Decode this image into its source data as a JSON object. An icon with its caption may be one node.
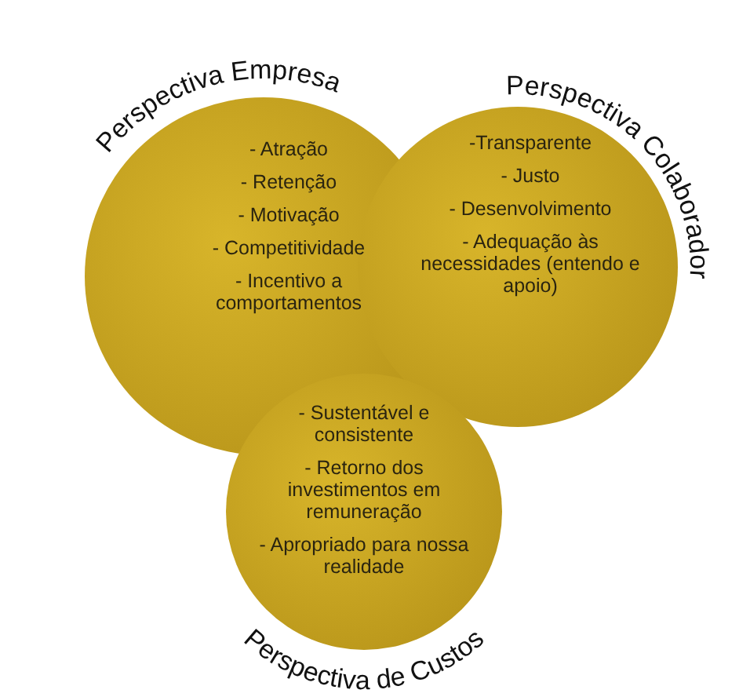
{
  "diagram": {
    "nodes": [
      {
        "text": [
          "Perspectiva Empresa",
          "- Atração",
          "- Retenção",
          "- Motivação",
          "- Competitividade",
          "- Incentivo a comportamentos"
        ]
      },
      {
        "text": [
          "Perspectiva Colaborador",
          "-Transparente",
          "- Justo",
          "- Desenvolvimento",
          "- Adequação às necessidades (entendo e apoio)"
        ]
      },
      {
        "text": [
          "Perspectiva de Custos",
          "- Sustentável e consistente",
          "- Retorno dos investimentos em remuneração",
          "- Apropriado para nossa realidade"
        ]
      }
    ]
  }
}
